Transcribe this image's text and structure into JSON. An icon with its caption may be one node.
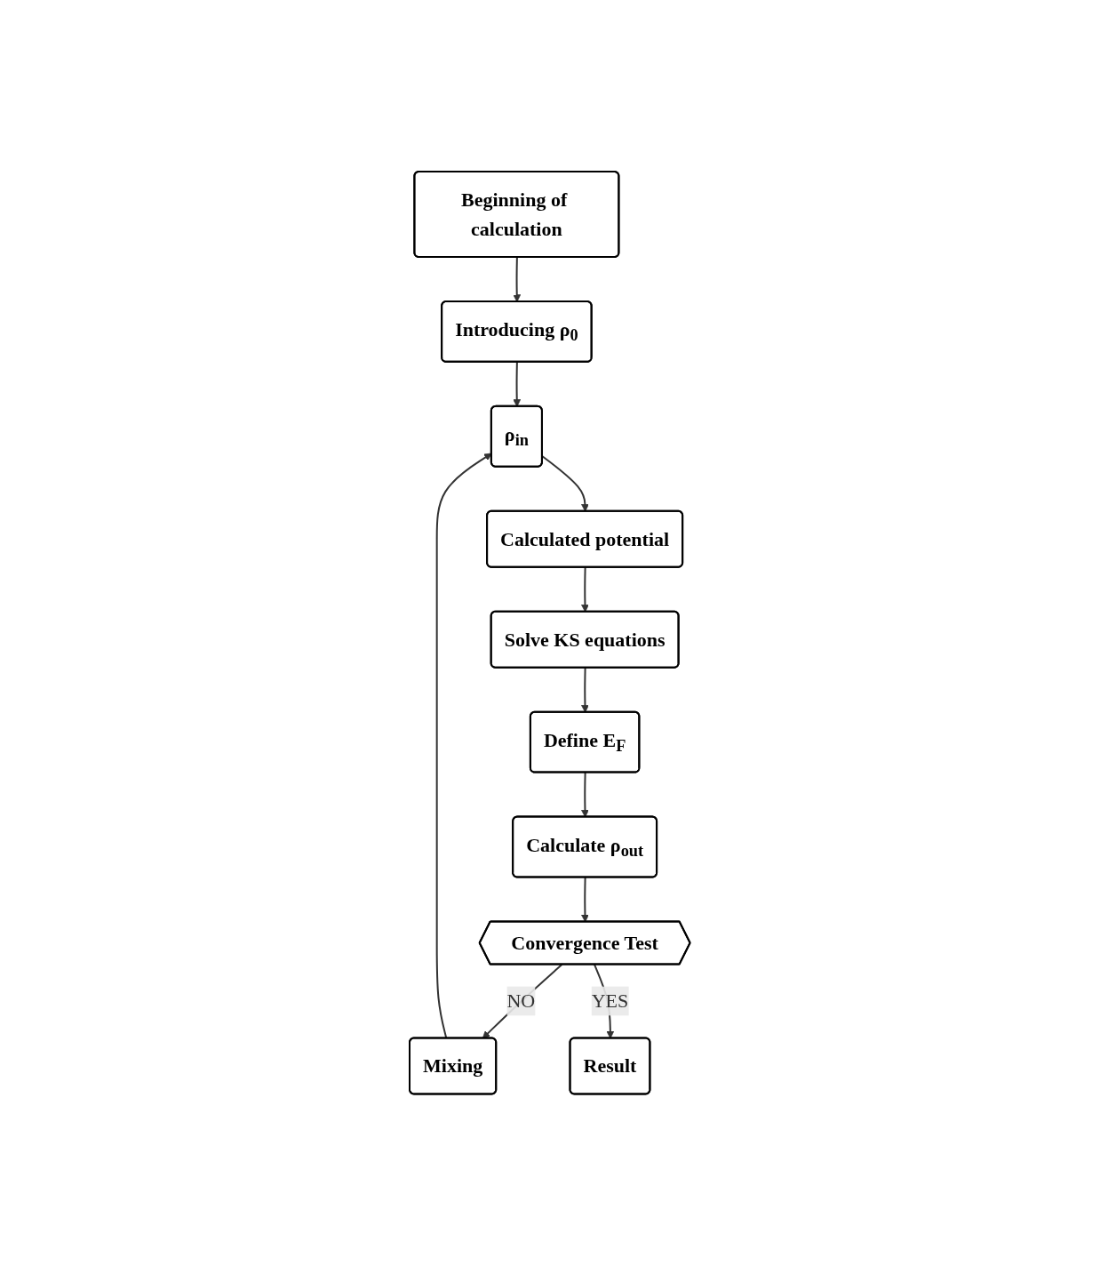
{
  "diagram": {
    "nodes": [
      {
        "text": [
          "Beginning of calculation"
        ]
      },
      {
        "text": [
          "Introducing ρ$_{0}$"
        ]
      },
      {
        "text": [
          "ρ$_{in}$"
        ]
      },
      {
        "text": [
          "Calculated potential"
        ]
      },
      {
        "text": [
          "Solve KS equations"
        ]
      },
      {
        "text": [
          "Define E$_{F}$"
        ]
      },
      {
        "text": [
          "Calculate ρ$_{out}$"
        ]
      },
      {
        "text": [
          "Convergence Test"
        ]
      },
      {
        "text": [
          "Mixing"
        ]
      },
      {
        "text": [
          "Result"
        ]
      }
    ],
    "edges": [
      {
        "from": 0,
        "to": 1,
        "arrow": "to"
      },
      {
        "from": 1,
        "to": 2,
        "arrow": "to"
      },
      {
        "from": 2,
        "to": 3,
        "arrow": "to"
      },
      {
        "from": 3,
        "to": 4,
        "arrow": "to"
      },
      {
        "from": 4,
        "to": 5,
        "arrow": "to"
      },
      {
        "from": 5,
        "to": 6,
        "arrow": "to"
      },
      {
        "from": 6,
        "to": 7,
        "arrow": "to"
      },
      {
        "from": 7,
        "to": 8,
        "label": "NO",
        "arrow": "to"
      },
      {
        "from": 7,
        "to": 9,
        "label": "YES",
        "arrow": "to"
      },
      {
        "from": 8,
        "to": 2,
        "arrow": "to"
      }
    ]
  }
}
